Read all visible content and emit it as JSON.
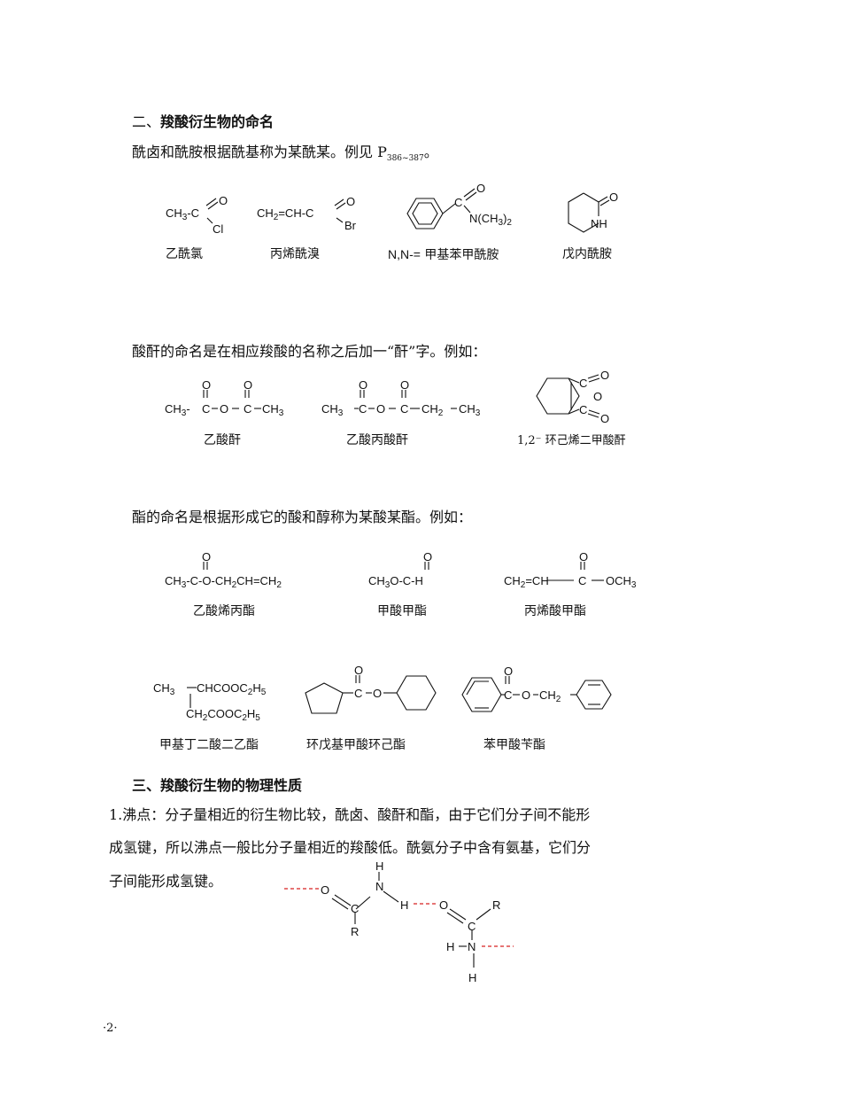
{
  "section2": {
    "heading_prefix": "二、",
    "heading": "羧酸衍生物的命名",
    "intro": "酰卤和酰胺根据酰基称为某酰某。例见 P",
    "intro_ref": "386~387",
    "intro_end": "。",
    "row1": [
      {
        "name": "乙酰氯"
      },
      {
        "name": "丙烯酰溴"
      },
      {
        "prefix": "N,N-=",
        "name": "甲基苯甲酰胺"
      },
      {
        "name": "戊内酰胺"
      }
    ],
    "anhydride_text": "酸酐的命名是在相应羧酸的名称之后加一“酐”字。例如：",
    "row2": [
      {
        "name": "乙酸酐"
      },
      {
        "name": "乙酸丙酸酐"
      },
      {
        "name": "1,2⁻ 环己烯二甲酸酐"
      }
    ],
    "ester_text": "酯的命名是根据形成它的酸和醇称为某酸某酯。例如：",
    "row3": [
      {
        "name": "乙酸烯丙酯"
      },
      {
        "name": "甲酸甲酯"
      },
      {
        "name": "丙烯酸甲酯"
      }
    ],
    "row4": [
      {
        "name": "甲基丁二酸二乙酯"
      },
      {
        "name": "环戊基甲酸环己酯"
      },
      {
        "name": "苯甲酸苄酯"
      }
    ]
  },
  "section3": {
    "heading": "三、羧酸衍生物的物理性质",
    "lines": [
      "1.沸点：分子量相近的衍生物比较，酰卤、酸酐和酯，由于它们分子间不能形",
      "成氢键，所以沸点一般比分子量相近的羧酸低。酰氨分子中含有氨基，它们分",
      "子间能形成氢键。"
    ]
  },
  "footer": {
    "page": "·2·"
  },
  "colors": {
    "hbond": "#d62020"
  }
}
